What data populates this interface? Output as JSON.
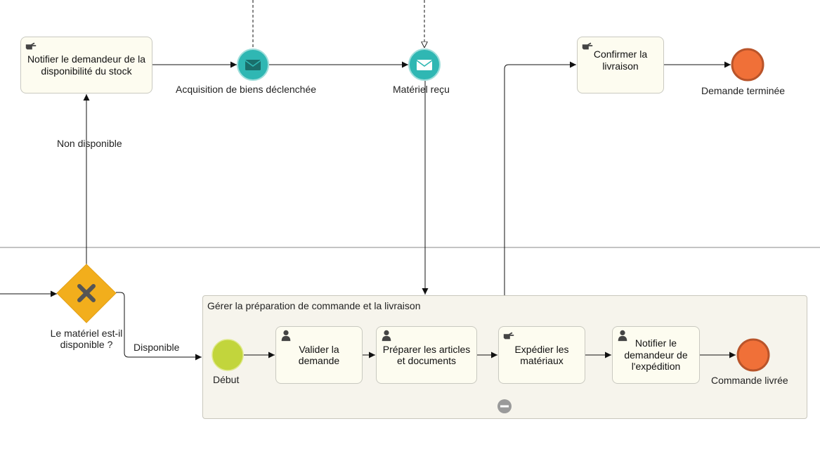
{
  "colors": {
    "task_fill": "#fdfcf0",
    "subprocess_fill": "#f6f4ec",
    "message_event": "#2fb7b3",
    "end_event": "#f07038",
    "start_event": "#c2d53c",
    "gateway": "#f2ae1c",
    "line": "#111111",
    "lane_divider": "#8a8a8a"
  },
  "tasks": {
    "notify_stock": {
      "label": "Notifier le demandeur de la disponibilité du stock",
      "icon": "manual-hand-icon"
    },
    "confirm_delivery": {
      "label": "Confirmer la livraison",
      "icon": "manual-hand-icon"
    },
    "validate_request": {
      "label": "Valider la demande",
      "icon": "user-icon"
    },
    "prepare_items": {
      "label": "Préparer les articles et documents",
      "icon": "user-icon"
    },
    "ship_materials": {
      "label": "Expédier les matériaux",
      "icon": "manual-hand-icon"
    },
    "notify_shipping": {
      "label": "Notifier le demandeur de l'expédition",
      "icon": "user-icon"
    }
  },
  "events": {
    "acquisition": {
      "label": "Acquisition de biens déclenchée",
      "type": "intermediate-message"
    },
    "material_received": {
      "label": "Matériel reçu",
      "type": "intermediate-message"
    },
    "request_done": {
      "label": "Demande terminée",
      "type": "end"
    },
    "start": {
      "label": "Début",
      "type": "start"
    },
    "order_delivered": {
      "label": "Commande livrée",
      "type": "end"
    }
  },
  "gateway": {
    "label": "Le matériel est-il disponible ?",
    "type": "exclusive"
  },
  "flows": {
    "not_available": "Non disponible",
    "available": "Disponible"
  },
  "subprocess": {
    "title": "Gérer la préparation de commande et la livraison",
    "collapse_icon": "collapse-minus-icon"
  }
}
